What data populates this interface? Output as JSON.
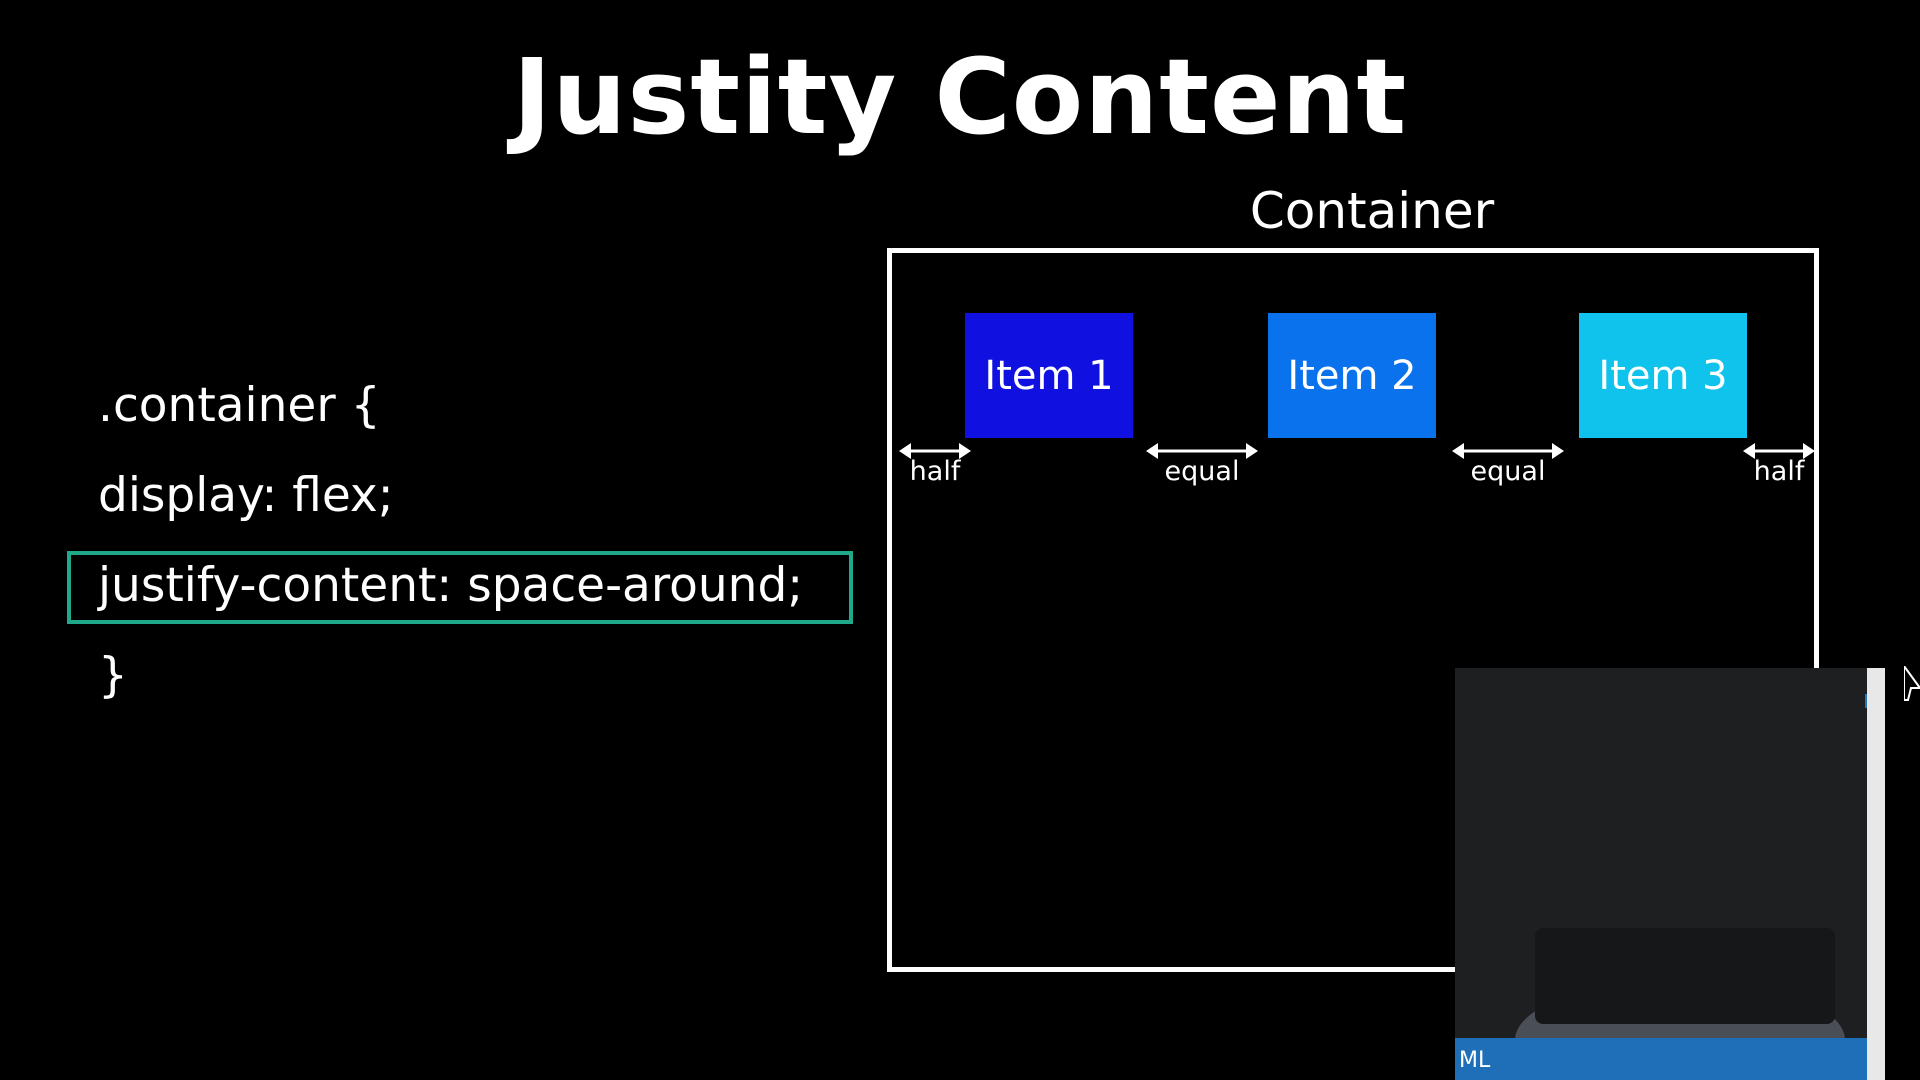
{
  "title": "Justity Content",
  "code_lines": [
    ".container {",
    "display: flex;",
    "justify-content: space-around;",
    "}"
  ],
  "highlighted_line_index": 2,
  "highlight_color": "#1fa98a",
  "container_label": "Container",
  "items": [
    {
      "label": "Item 1",
      "color": "#1010e0"
    },
    {
      "label": "Item 2",
      "color": "#0a72ec"
    },
    {
      "label": "Item 3",
      "color": "#10c3ec"
    }
  ],
  "gaps": [
    "half",
    "equal",
    "equal",
    "half"
  ],
  "webcam_overlay": {
    "tab_text": "ML"
  },
  "icons": [
    "double-arrow-icon",
    "mouse-cursor-icon"
  ]
}
